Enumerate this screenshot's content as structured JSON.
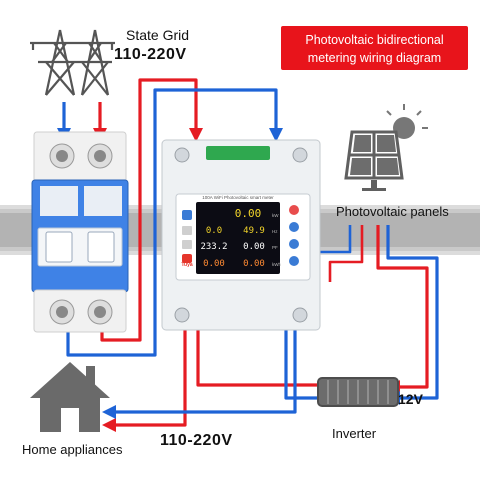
{
  "title": {
    "line1": "Photovoltaic bidirectional",
    "line2": "metering wiring diagram"
  },
  "labels": {
    "grid": "State Grid",
    "grid_voltage": "110-220V",
    "pv_panels": "Photovoltaic panels",
    "home": "Home appliances",
    "out_voltage": "110-220V",
    "inverter": "Inverter",
    "dc_voltage": "12V"
  },
  "meter": {
    "header": "100A WiFi Photovoltaic smart meter",
    "brand": "Tuya",
    "rows": [
      {
        "value": "0.00",
        "unit": "kW"
      },
      {
        "value": "0.0",
        "value2": "49.9",
        "unit": "Hz"
      },
      {
        "value": "233.2",
        "value2": "0.00",
        "unit": "PF"
      },
      {
        "value": "0.00",
        "value2": "0.00",
        "unit": "kWh"
      }
    ]
  },
  "colors": {
    "live_wire": "#e51c23",
    "neutral_wire": "#1e63d6",
    "title_bg": "#e8141b",
    "breaker_body": "#3f82e6"
  }
}
